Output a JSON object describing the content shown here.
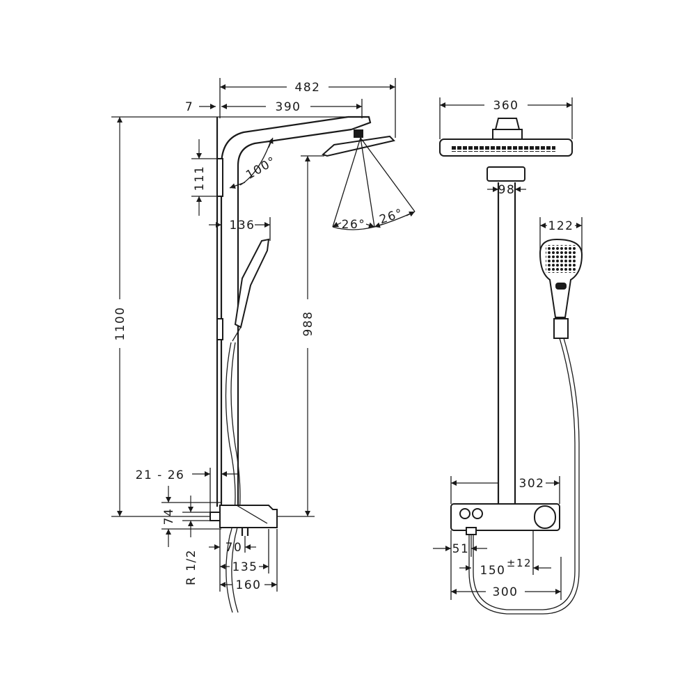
{
  "dimensions": {
    "total_width": "482",
    "arm_length": "390",
    "wall_offset": "7",
    "total_height": "1100",
    "rail_segment": "111",
    "head_angle": "100°",
    "spray_angle_left": "26°",
    "spray_angle_right": "26°",
    "handshower_offset": "136",
    "head_height": "988",
    "wall_range": "21 - 26",
    "thermostat_height": "74",
    "connector_70": "70",
    "connector_135": "135",
    "connector_160": "160",
    "thread": "R 1/2",
    "head_diameter": "360",
    "pipe_width": "98",
    "handshower_width": "122",
    "thermostat_width": "302",
    "left_offset": "51",
    "centres": "150",
    "centres_tolerance": "±12",
    "connection_width": "300"
  }
}
